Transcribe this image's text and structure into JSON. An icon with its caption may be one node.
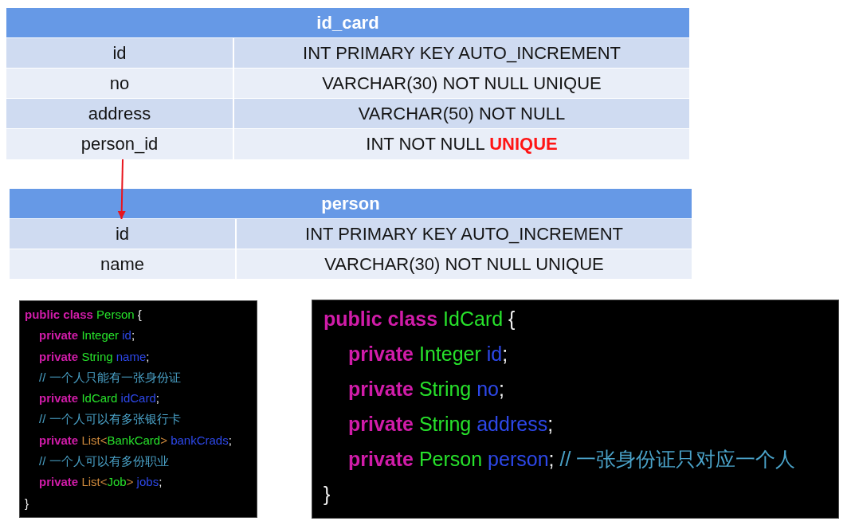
{
  "diagram": {
    "nodes": [
      {
        "text": [
          "id_card"
        ]
      },
      {
        "text": [
          "id"
        ],
        "in": 0
      },
      {
        "text": [
          "INT PRIMARY KEY AUTO_INCREMENT"
        ],
        "in": 0
      },
      {
        "text": [
          "no"
        ],
        "in": 0
      },
      {
        "text": [
          "VARCHAR(30) NOT NULL UNIQUE"
        ],
        "in": 0
      },
      {
        "text": [
          "address"
        ],
        "in": 0
      },
      {
        "text": [
          "VARCHAR(50) NOT NULL"
        ],
        "in": 0
      },
      {
        "text": [
          "person_id"
        ],
        "in": 0
      },
      {
        "text": [
          "INT NOT NULL **UNIQUE**"
        ],
        "in": 0
      },
      {
        "text": [
          "person"
        ]
      },
      {
        "text": [
          "id"
        ],
        "in": 9
      },
      {
        "text": [
          "INT PRIMARY KEY AUTO_INCREMENT"
        ],
        "in": 9
      },
      {
        "text": [
          "name"
        ],
        "in": 9
      },
      {
        "text": [
          "VARCHAR(30) NOT NULL UNIQUE"
        ],
        "in": 9
      },
      {
        "text": [
          "public class Person {",
          "private Integer id;",
          "private String name;",
          "// 一个人只能有一张身份证",
          "private IdCard idCard;",
          "// 一个人可以有多张银行卡",
          "private List<BankCard> bankCrads;",
          "// 一个人可以有多份职业",
          "private List<Job> jobs;",
          "}"
        ]
      },
      {
        "text": [
          "public class IdCard {",
          "private Integer id;",
          "private String no;",
          "private String address;",
          "private Person person; // 一张身份证只对应一个人",
          "}"
        ]
      }
    ],
    "edges": [
      {
        "from": 7,
        "to": 10,
        "arrow": "to",
        "color": "#e8141c"
      }
    ]
  }
}
